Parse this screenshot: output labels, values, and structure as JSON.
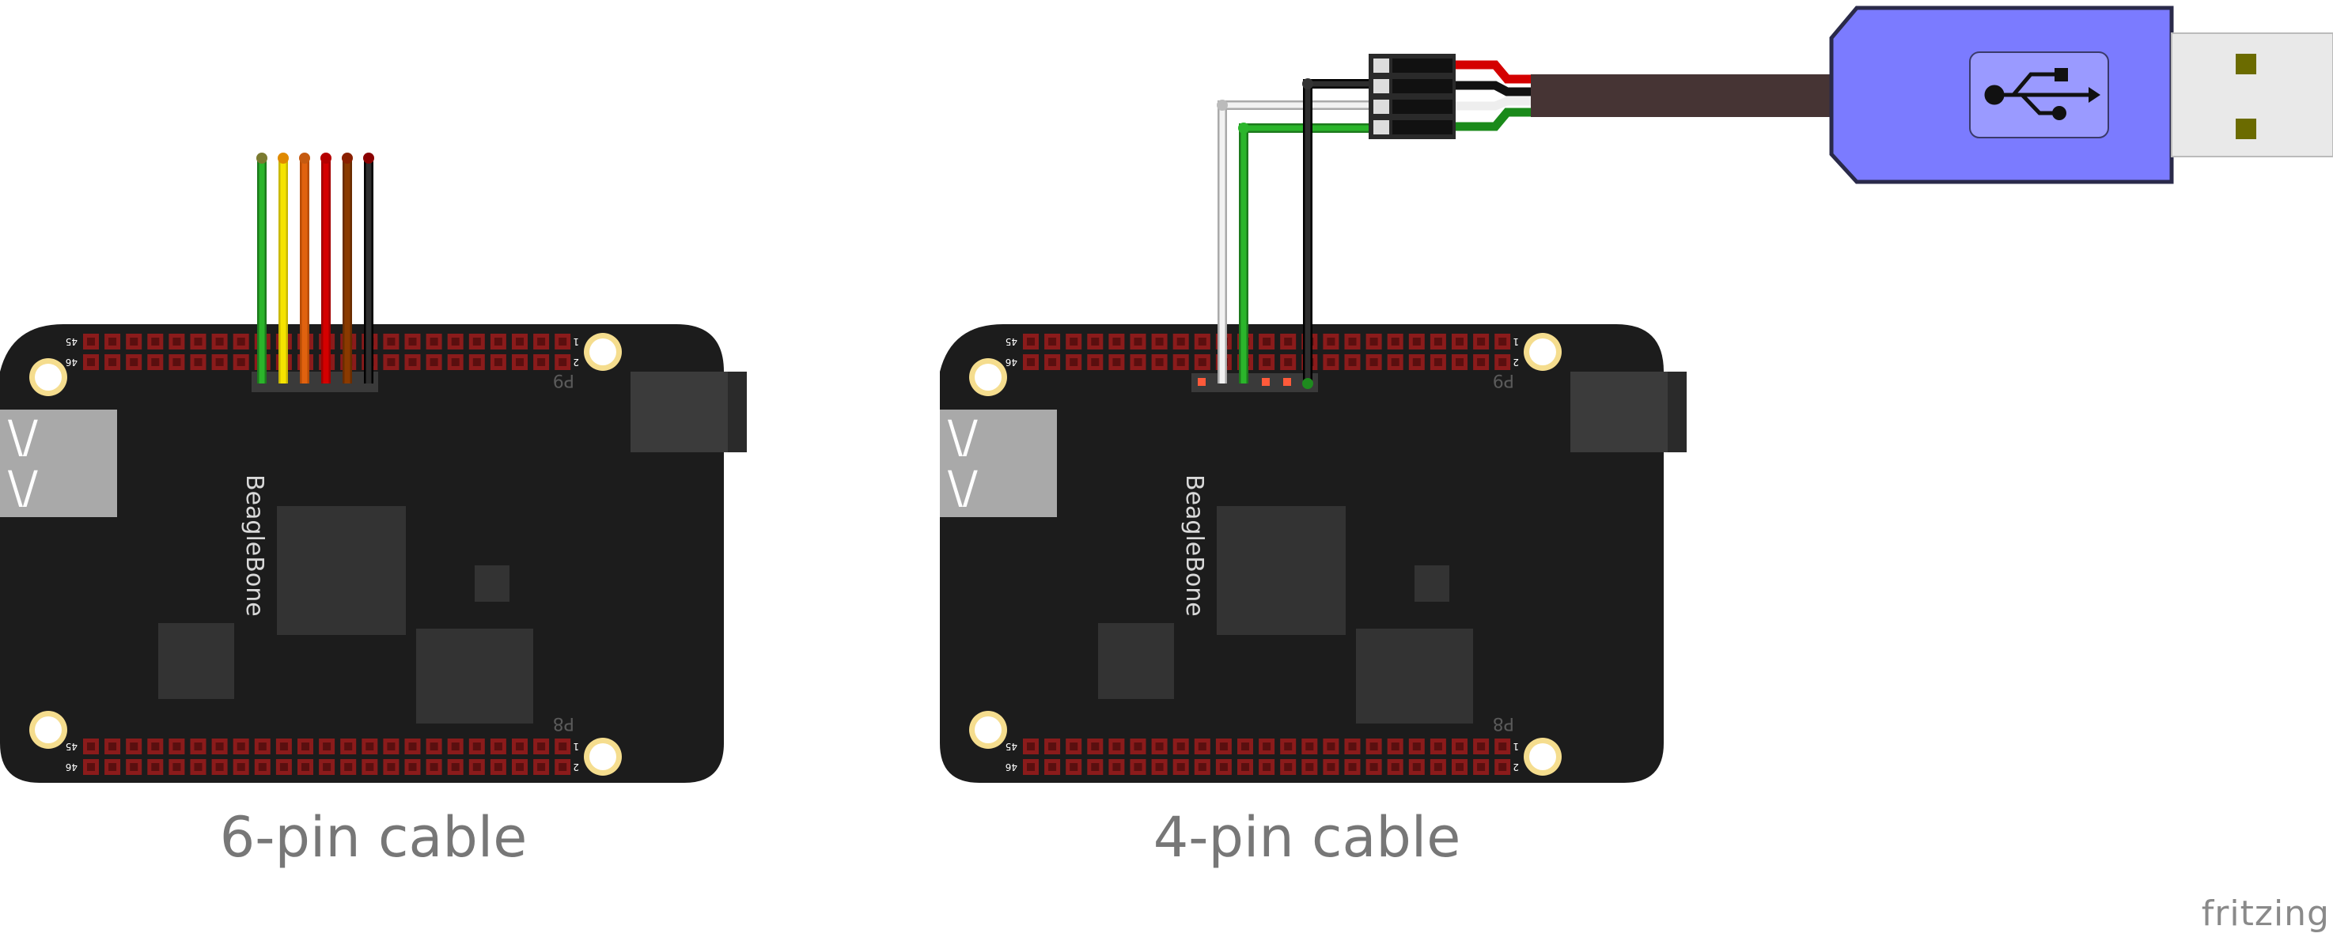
{
  "diagrams": [
    {
      "caption": "6-pin cable",
      "board": {
        "name": "BeagleBone",
        "header_top": {
          "name": "P9",
          "pin_first": "1",
          "pin_second": "2",
          "pin_last_top": "45",
          "pin_last_bottom": "46"
        },
        "header_bottom": {
          "name": "P8",
          "pin_first": "1",
          "pin_second": "2",
          "pin_last_top": "45",
          "pin_last_bottom": "46"
        }
      },
      "wires": [
        "green",
        "yellow",
        "orange",
        "red",
        "brown",
        "black"
      ]
    },
    {
      "caption": "4-pin cable",
      "board": {
        "name": "BeagleBone",
        "header_top": {
          "name": "P9",
          "pin_first": "1",
          "pin_second": "2",
          "pin_last_top": "45",
          "pin_last_bottom": "46"
        },
        "header_bottom": {
          "name": "P8",
          "pin_first": "1",
          "pin_second": "2",
          "pin_last_top": "45",
          "pin_last_bottom": "46"
        }
      },
      "wires": [
        "white",
        "green",
        "black"
      ],
      "adapter": {
        "type": "USB",
        "cable_wires": [
          "red",
          "black",
          "white",
          "green"
        ]
      }
    }
  ],
  "watermark": "fritzing",
  "colors": {
    "board": "#1c1c1c",
    "pin": "#8b1b1b",
    "usb_body": "#7b7bff",
    "cable": "#463434",
    "green": "#2bb52b",
    "yellow": "#f5e300",
    "orange": "#e0620f",
    "red": "#d40000",
    "brown": "#8a3a00",
    "black": "#1e1e1e",
    "white": "#dcdcdc"
  }
}
